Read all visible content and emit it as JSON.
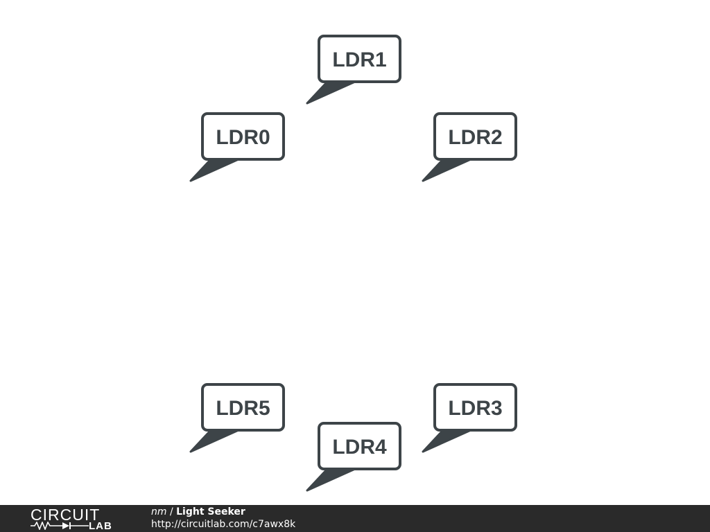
{
  "diagram": {
    "net_labels": [
      {
        "id": "ldr0",
        "text": "LDR0"
      },
      {
        "id": "ldr1",
        "text": "LDR1"
      },
      {
        "id": "ldr2",
        "text": "LDR2"
      },
      {
        "id": "ldr3",
        "text": "LDR3"
      },
      {
        "id": "ldr4",
        "text": "LDR4"
      },
      {
        "id": "ldr5",
        "text": "LDR5"
      }
    ],
    "label_color": "#3d4448"
  },
  "footer": {
    "logo_top": "CIRCUIT",
    "logo_bottom": "LAB",
    "author": "nm",
    "separator": "/",
    "title": "Light Seeker",
    "url": "http://circuitlab.com/c7awx8k",
    "background_color": "#2a2a2a"
  }
}
